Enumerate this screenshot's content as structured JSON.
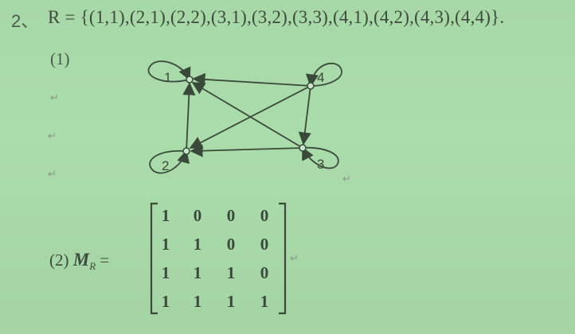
{
  "problem": {
    "number": "2、",
    "relation_text": "R = {(1,1),(2,1),(2,2),(3,1),(3,2),(3,3),(4,1),(4,2),(4,3),(4,4)}."
  },
  "part1": {
    "label": "(1)",
    "nodes": [
      {
        "id": "1",
        "label": "1"
      },
      {
        "id": "2",
        "label": "2"
      },
      {
        "id": "3",
        "label": "3"
      },
      {
        "id": "4",
        "label": "4"
      }
    ]
  },
  "part2": {
    "label": "(2)",
    "matrix_symbol": "M",
    "matrix_subscript": "R",
    "equals": "=",
    "matrix": [
      [
        "1",
        "0",
        "0",
        "0"
      ],
      [
        "1",
        "1",
        "0",
        "0"
      ],
      [
        "1",
        "1",
        "1",
        "0"
      ],
      [
        "1",
        "1",
        "1",
        "1"
      ]
    ]
  },
  "marks": {
    "paragraph_mark": "↵"
  }
}
